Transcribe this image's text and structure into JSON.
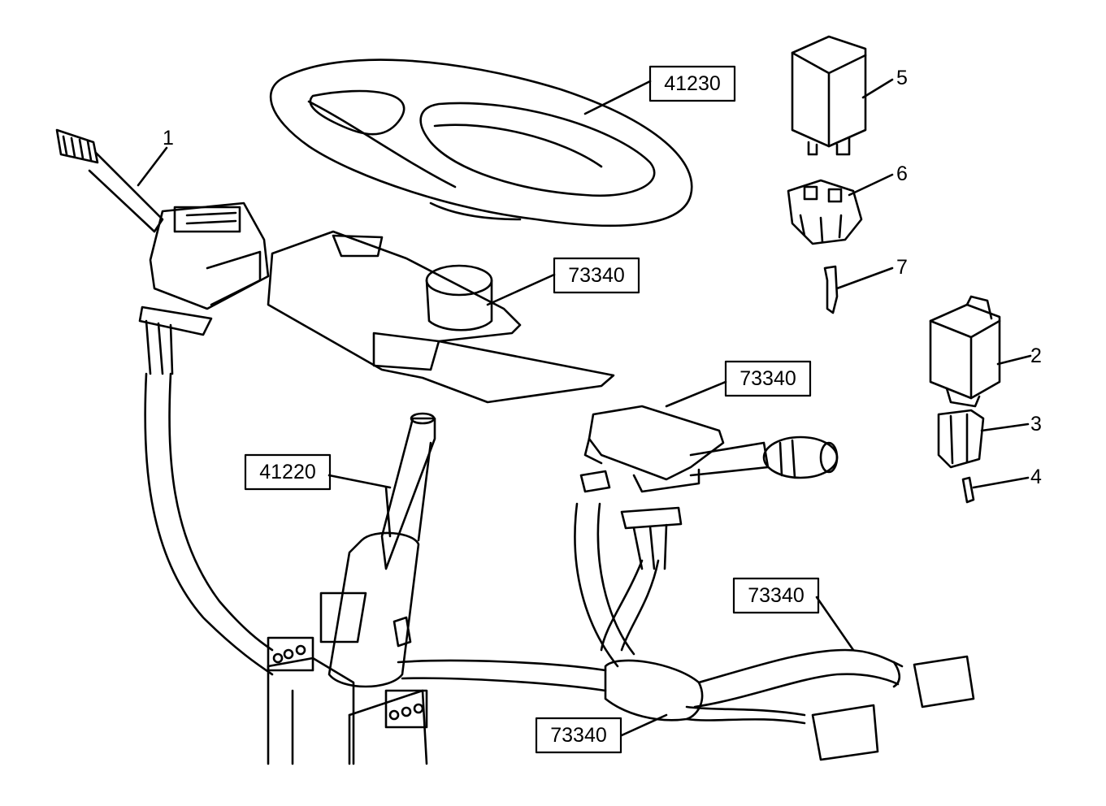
{
  "callouts": {
    "n1": "1",
    "n2": "2",
    "n3": "3",
    "n4": "4",
    "n5": "5",
    "n6": "6",
    "n7": "7"
  },
  "refs": {
    "steering_wheel": "41230",
    "column_cover": "73340",
    "right_switch": "73340",
    "steering_column": "41220",
    "harness_right": "73340",
    "harness_lower": "73340"
  },
  "colors": {
    "line": "#000000",
    "background": "#ffffff"
  }
}
